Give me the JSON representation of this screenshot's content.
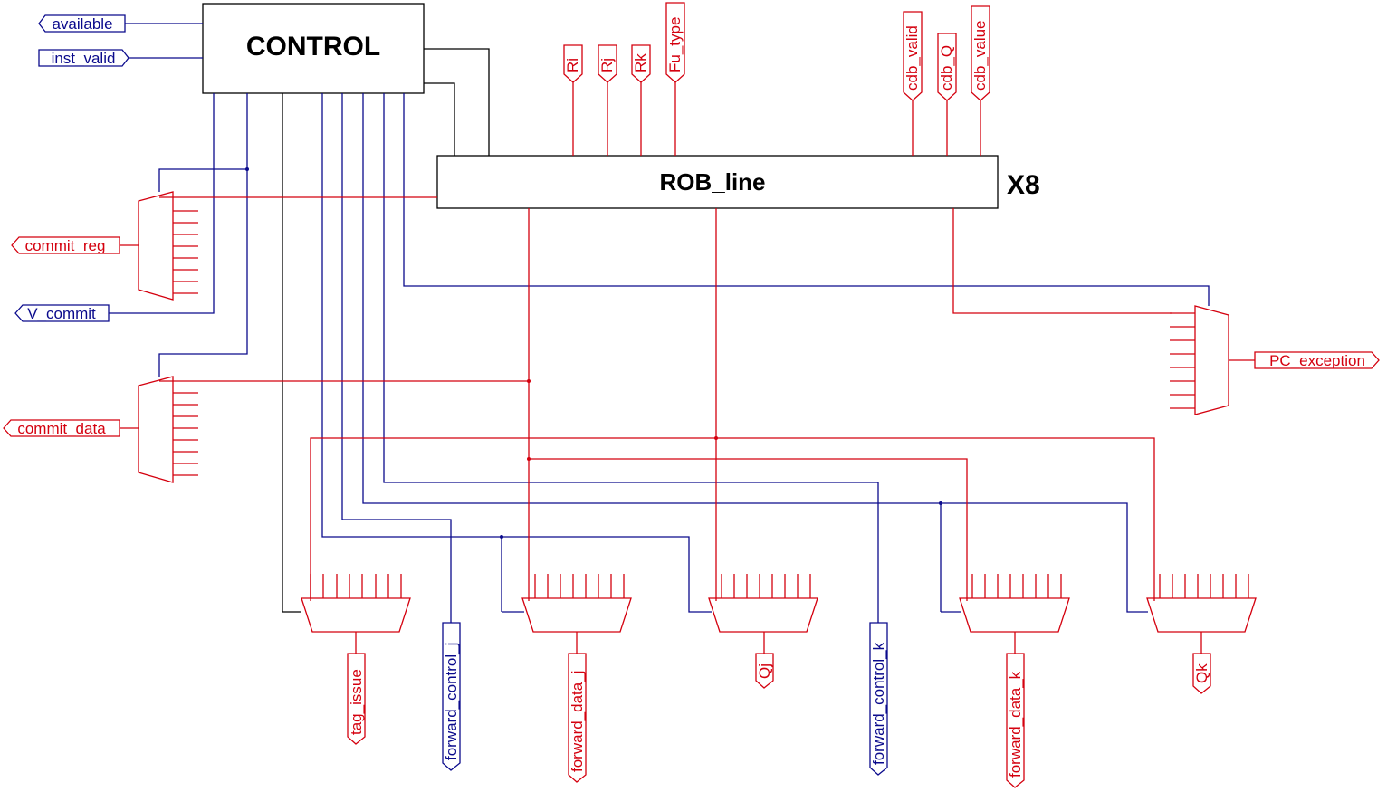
{
  "blocks": {
    "control": "CONTROL",
    "rob_line": "ROB_line",
    "multiplier": "X8"
  },
  "inputs": {
    "available": "available",
    "inst_valid": "inst_valid",
    "Ri": "Ri",
    "Rj": "Rj",
    "Rk": "Rk",
    "Fu_type": "Fu_type",
    "cdb_valid": "cdb_valid",
    "cdb_Q": "cdb_Q",
    "cdb_value": "cdb_value"
  },
  "outputs": {
    "commit_reg": "commit_reg",
    "V_commit": "V_commit",
    "commit_data": "commit_data",
    "PC_exception": "PC_exception",
    "tag_issue": "tag_issue",
    "forward_control_j": "forward_control_j",
    "forward_data_j": "forward_data_j",
    "Qj": "Qj",
    "forward_control_k": "forward_control_k",
    "forward_data_k": "forward_data_k",
    "Qk": "Qk"
  },
  "colors": {
    "data_wire": "#d4000e",
    "control_wire": "#0a0a8c",
    "block_border": "#000000"
  }
}
